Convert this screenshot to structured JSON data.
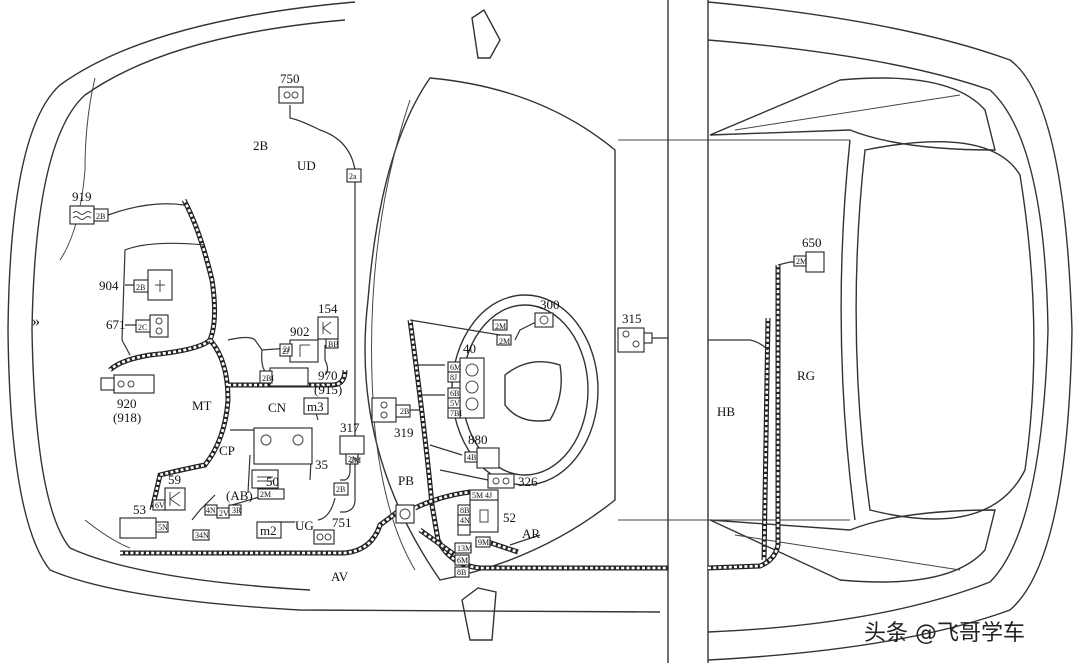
{
  "watermark": "头条 @飞哥学车",
  "labels": {
    "c750": "750",
    "c2B_top": "2B",
    "UD": "UD",
    "c2a": "2a",
    "c919": "919",
    "c904": "904",
    "c671": "671",
    "c154": "154",
    "c902": "902",
    "c920": "920",
    "c918": "(918)",
    "MT": "MT",
    "c970": "970",
    "c915": "(915)",
    "CN": "CN",
    "m3": "m3",
    "c317": "317",
    "c319": "319",
    "CP": "CP",
    "c35": "35",
    "c50": "50",
    "AB": "(AB)",
    "c59": "59",
    "c53": "53",
    "m2": "m2",
    "UG": "UG",
    "c751": "751",
    "AV": "AV",
    "PB": "PB",
    "c300": "300",
    "c40": "40",
    "c880": "880",
    "c326": "326",
    "c52": "52",
    "AR": "AR",
    "c315": "315",
    "c650": "650",
    "RG": "RG",
    "HB": "HB"
  },
  "connector_tags": [
    "2B",
    "2B",
    "2C",
    "2J",
    "BB",
    "2BI",
    "2M",
    "2B",
    "2M",
    "2M",
    "6V",
    "5N",
    "4N",
    "2V",
    "3R",
    "34N",
    "2B",
    "2M",
    "4B",
    "6M",
    "8J",
    "6B",
    "5V",
    "7BI",
    "5M",
    "4J",
    "8B",
    "4N",
    "9M",
    "13M",
    "6M",
    "8B",
    "2M",
    "2M",
    "2J"
  ]
}
